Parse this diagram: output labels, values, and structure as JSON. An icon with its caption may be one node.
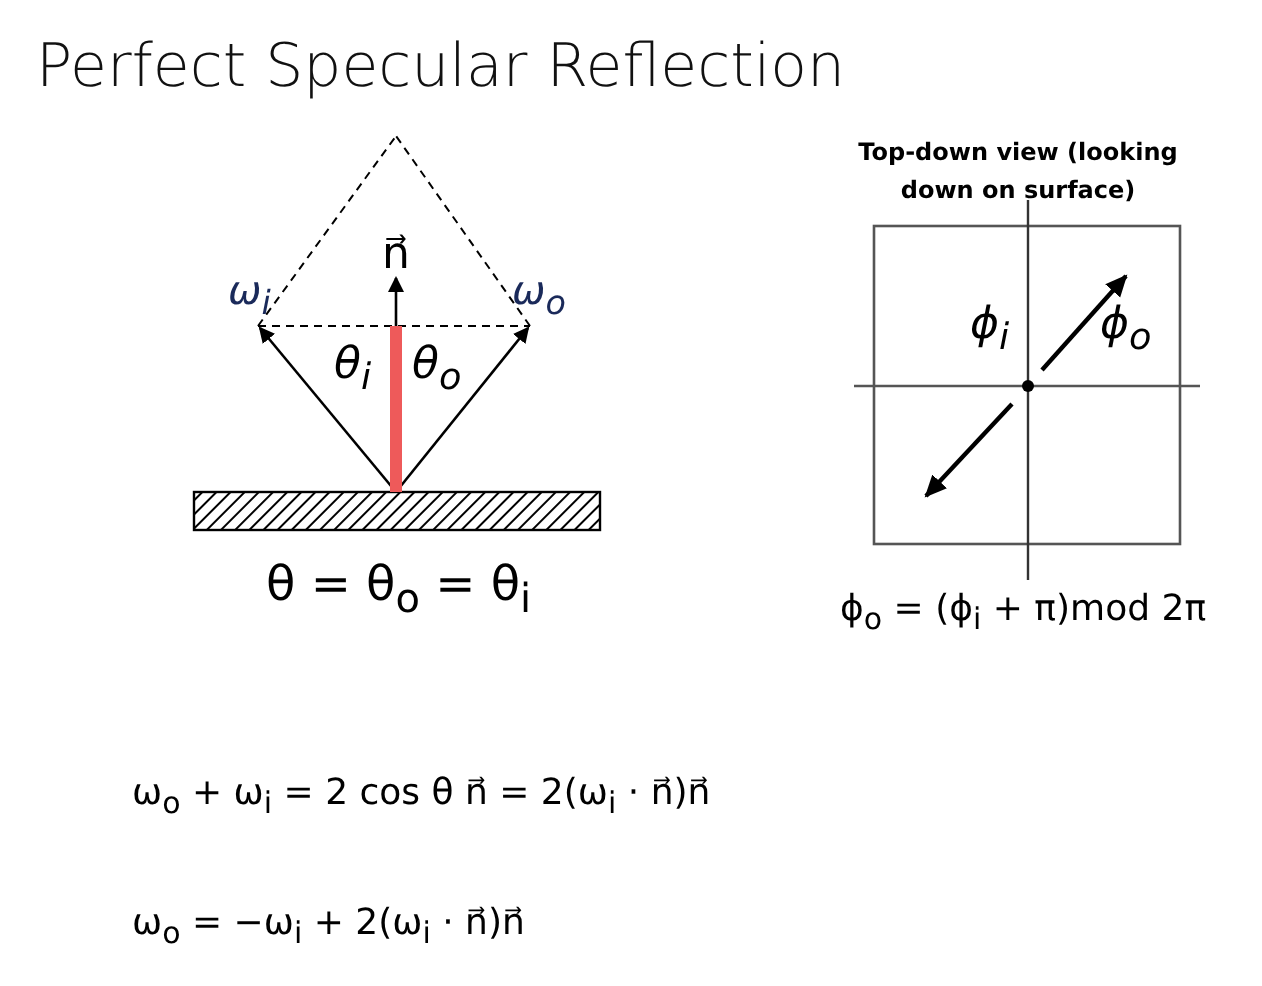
{
  "diagram": {
    "title": "Perfect Specular Reflection",
    "labels": [
      "Top-down view (looking down on surface)",
      "n⃗",
      "ω$_{i}$",
      "ω$_{o}$",
      "θ$_{i}$",
      "θ$_{o}$",
      "ϕ$_{i}$",
      "ϕ$_{o}$",
      "θ = θ$_{o}$ = θ$_{i}$",
      "ϕ$_{o}$ = (ϕ$_{i}$ + π)mod 2π",
      "ω$_{o}$ + ω$_{i}$ = 2 cos θ n⃗ = 2(ω$_{i}$ · n⃗)n⃗",
      "ω$_{o}$ = −ω$_{i}$ + 2(ω$_{i}$ · n⃗)n⃗"
    ]
  }
}
